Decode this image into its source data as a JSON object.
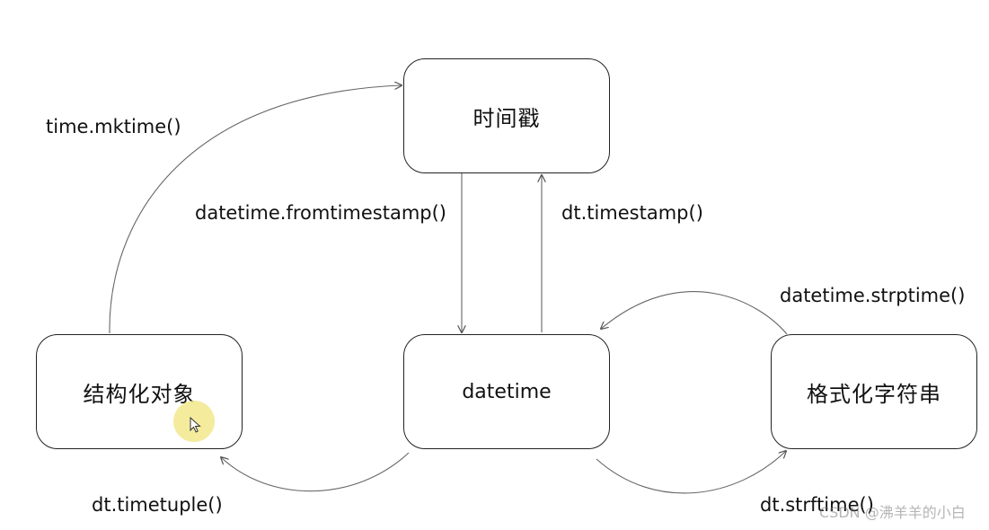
{
  "nodes": {
    "timestamp": "时间戳",
    "struct_time": "结构化对象",
    "datetime": "datetime",
    "formatted_string": "格式化字符串"
  },
  "edges": {
    "mktime": "time.mktime()",
    "fromtimestamp": "datetime.fromtimestamp()",
    "timestamp": "dt.timestamp()",
    "strptime": "datetime.strptime()",
    "timetuple": "dt.timetuple()",
    "strftime": "dt.strftime()"
  },
  "watermark": "CSDN @沸羊羊的小白"
}
